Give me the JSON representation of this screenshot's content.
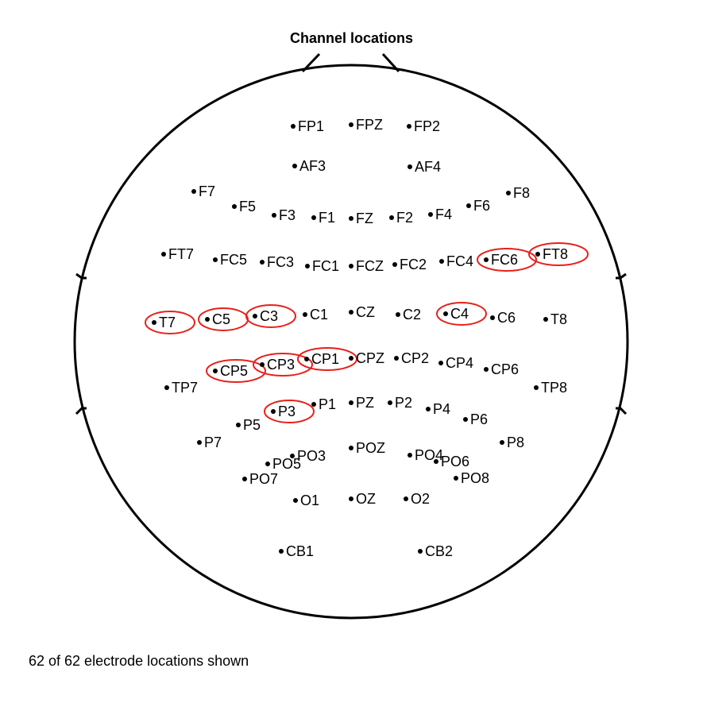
{
  "title": "Channel locations",
  "caption": "62 of 62 electrode locations shown",
  "highlight_color": "#e8201a",
  "electrodes": [
    {
      "label": "FP1",
      "highlighted": false
    },
    {
      "label": "FPZ",
      "highlighted": false
    },
    {
      "label": "FP2",
      "highlighted": false
    },
    {
      "label": "AF3",
      "highlighted": false
    },
    {
      "label": "AF4",
      "highlighted": false
    },
    {
      "label": "F7",
      "highlighted": false
    },
    {
      "label": "F5",
      "highlighted": false
    },
    {
      "label": "F3",
      "highlighted": false
    },
    {
      "label": "F1",
      "highlighted": false
    },
    {
      "label": "FZ",
      "highlighted": false
    },
    {
      "label": "F2",
      "highlighted": false
    },
    {
      "label": "F4",
      "highlighted": false
    },
    {
      "label": "F6",
      "highlighted": false
    },
    {
      "label": "F8",
      "highlighted": false
    },
    {
      "label": "FT7",
      "highlighted": false
    },
    {
      "label": "FC5",
      "highlighted": false
    },
    {
      "label": "FC3",
      "highlighted": false
    },
    {
      "label": "FC1",
      "highlighted": false
    },
    {
      "label": "FCZ",
      "highlighted": false
    },
    {
      "label": "FC2",
      "highlighted": false
    },
    {
      "label": "FC4",
      "highlighted": false
    },
    {
      "label": "FC6",
      "highlighted": true
    },
    {
      "label": "FT8",
      "highlighted": true
    },
    {
      "label": "T7",
      "highlighted": true
    },
    {
      "label": "C5",
      "highlighted": true
    },
    {
      "label": "C3",
      "highlighted": true
    },
    {
      "label": "C1",
      "highlighted": false
    },
    {
      "label": "CZ",
      "highlighted": false
    },
    {
      "label": "C2",
      "highlighted": false
    },
    {
      "label": "C4",
      "highlighted": true
    },
    {
      "label": "C6",
      "highlighted": false
    },
    {
      "label": "T8",
      "highlighted": false
    },
    {
      "label": "TP7",
      "highlighted": false
    },
    {
      "label": "CP5",
      "highlighted": true
    },
    {
      "label": "CP3",
      "highlighted": true
    },
    {
      "label": "CP1",
      "highlighted": true
    },
    {
      "label": "CPZ",
      "highlighted": false
    },
    {
      "label": "CP2",
      "highlighted": false
    },
    {
      "label": "CP4",
      "highlighted": false
    },
    {
      "label": "CP6",
      "highlighted": false
    },
    {
      "label": "TP8",
      "highlighted": false
    },
    {
      "label": "P7",
      "highlighted": false
    },
    {
      "label": "P5",
      "highlighted": false
    },
    {
      "label": "P3",
      "highlighted": true
    },
    {
      "label": "P1",
      "highlighted": false
    },
    {
      "label": "PZ",
      "highlighted": false
    },
    {
      "label": "P2",
      "highlighted": false
    },
    {
      "label": "P4",
      "highlighted": false
    },
    {
      "label": "P6",
      "highlighted": false
    },
    {
      "label": "P8",
      "highlighted": false
    },
    {
      "label": "PO7",
      "highlighted": false
    },
    {
      "label": "PO5",
      "highlighted": false
    },
    {
      "label": "PO3",
      "highlighted": false
    },
    {
      "label": "POZ",
      "highlighted": false
    },
    {
      "label": "PO4",
      "highlighted": false
    },
    {
      "label": "PO6",
      "highlighted": false
    },
    {
      "label": "PO8",
      "highlighted": false
    },
    {
      "label": "O1",
      "highlighted": false
    },
    {
      "label": "OZ",
      "highlighted": false
    },
    {
      "label": "O2",
      "highlighted": false
    },
    {
      "label": "CB1",
      "highlighted": false
    },
    {
      "label": "CB2",
      "highlighted": false
    }
  ]
}
